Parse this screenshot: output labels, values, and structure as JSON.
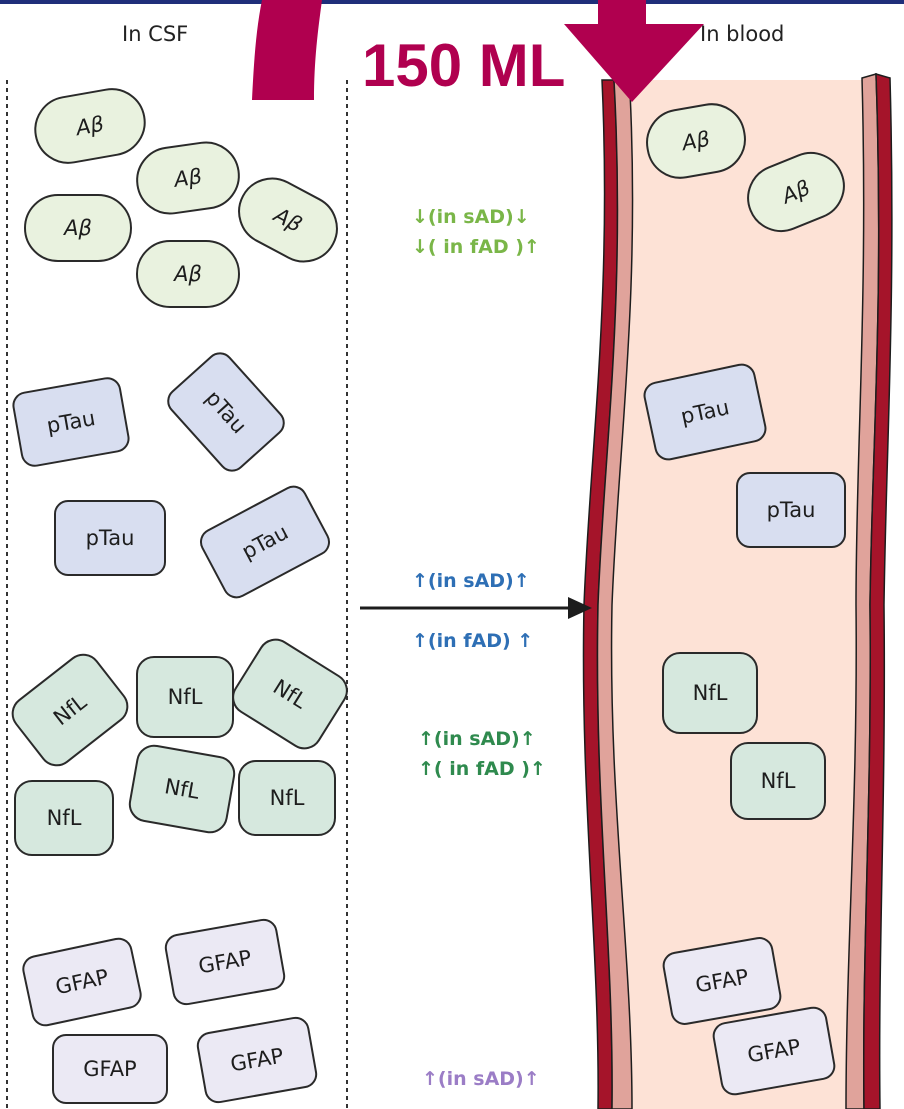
{
  "headers": {
    "csf": "In CSF",
    "blood": "In blood"
  },
  "overlay_label": "150 ML",
  "markers": {
    "ab": "Aβ",
    "ptau": "pTau",
    "nfl": "NfL",
    "gfap": "GFAP"
  },
  "indicators": {
    "ab_sad": "↓(in sAD)↓",
    "ab_fad": "↓( in fAD )↑",
    "ptau_sad": "↑(in sAD)↑",
    "ptau_fad": "↑(in fAD) ↑",
    "nfl_sad": "↑(in sAD)↑",
    "nfl_fad": "↑( in fAD )↑",
    "gfap_sad": "↑(in sAD)↑"
  },
  "colors": {
    "ab_indicator": "#7ab648",
    "ptau_indicator": "#2e6fb5",
    "nfl_indicator": "#2f8a4e",
    "gfap_indicator": "#9b7dc6",
    "overlay": "#b0004f",
    "vessel_wall": "#a5142a",
    "vessel_inner": "#e0a39b",
    "blood_bg": "#fde2d6"
  }
}
